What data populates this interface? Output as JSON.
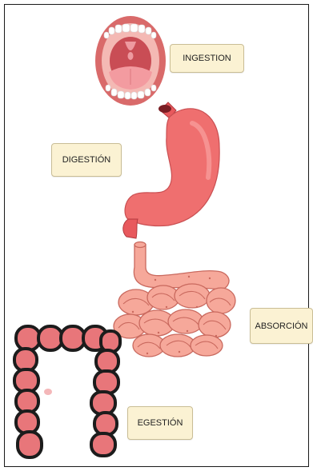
{
  "labels": {
    "ingestion": "INGESTION",
    "digestion": "DIGESTIÓN",
    "absorcion": "ABSORCIÓN",
    "egestion": "EGESTIÓN"
  },
  "colors": {
    "label_fill": "#fbf2d3",
    "stomach": "#ef6f6f",
    "small_intestine": "#f6a89a",
    "large_intestine": "#e8767a",
    "mouth_lips": "#d96a6a"
  },
  "icons": [
    "mouth-icon",
    "stomach-icon",
    "small-intestine-icon",
    "large-intestine-icon"
  ]
}
